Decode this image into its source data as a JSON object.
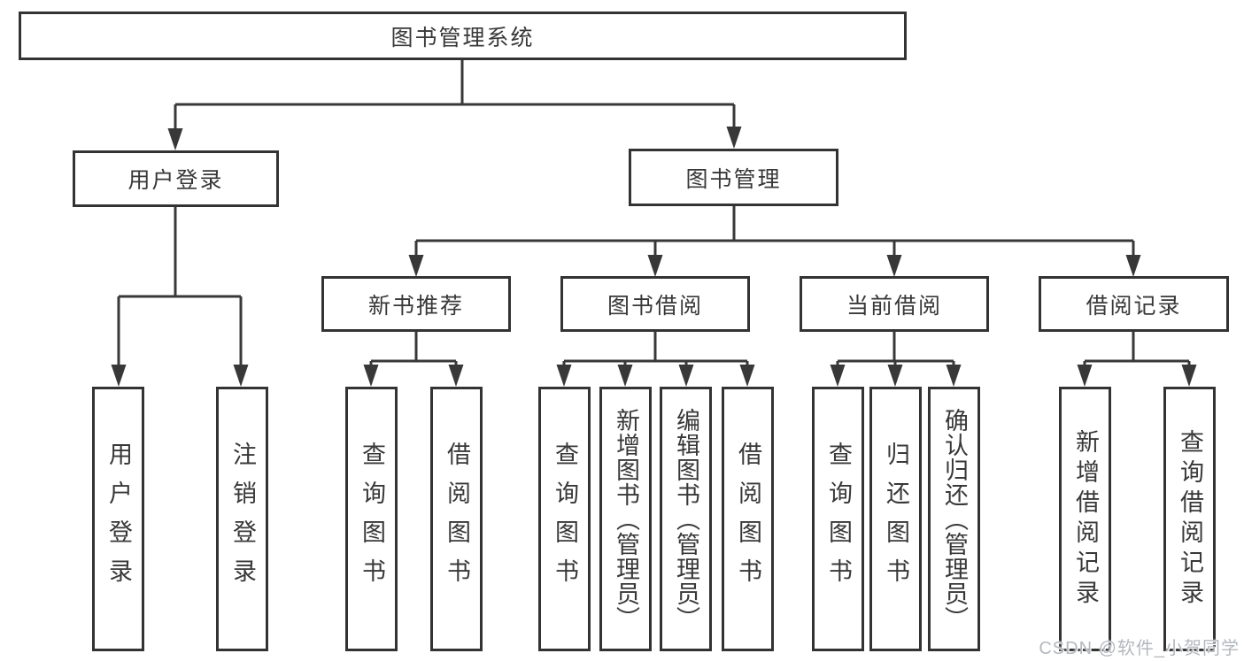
{
  "root": {
    "label": "图书管理系统"
  },
  "branches": [
    {
      "label": "用户登录",
      "children": [
        {
          "label": "用户登录"
        },
        {
          "label": "注销登录"
        }
      ]
    },
    {
      "label": "图书管理",
      "children": [
        {
          "label": "新书推荐",
          "children": [
            {
              "label": "查询图书"
            },
            {
              "label": "借阅图书"
            }
          ]
        },
        {
          "label": "图书借阅",
          "children": [
            {
              "label": "查询图书"
            },
            {
              "label": "新增图书（管理员）"
            },
            {
              "label": "编辑图书（管理员）"
            },
            {
              "label": "借阅图书"
            }
          ]
        },
        {
          "label": "当前借阅",
          "children": [
            {
              "label": "查询图书"
            },
            {
              "label": "归还图书"
            },
            {
              "label": "确认归还（管理员）"
            }
          ]
        },
        {
          "label": "借阅记录",
          "children": [
            {
              "label": "新增借阅记录"
            },
            {
              "label": "查询借阅记录"
            }
          ]
        }
      ]
    }
  ],
  "watermark": {
    "text": "CSDN @软件_小贺同学"
  },
  "colors": {
    "line": "#383838",
    "border": "#333333",
    "text": "#383838",
    "watermark": "#b4b8be",
    "background": "#ffffff"
  }
}
